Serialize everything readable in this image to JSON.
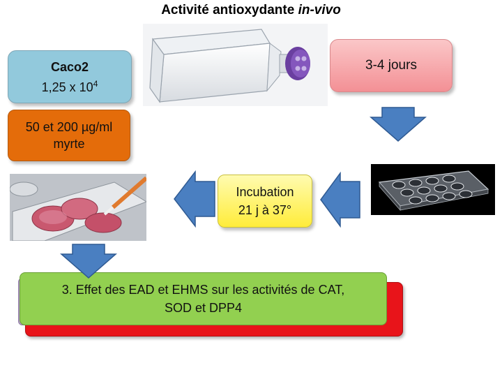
{
  "title": {
    "main": "Activité antioxydante ",
    "italic": "in-vivo"
  },
  "boxes": {
    "caco2": {
      "line1": "Caco2",
      "line2": "1,25 x 10",
      "exponent": "4"
    },
    "duration": {
      "label": "3-4 jours"
    },
    "myrte": {
      "line1": "50 et 200 µg/ml",
      "line2": "myrte"
    },
    "incubation": {
      "line1": "Incubation",
      "line2": "21 j à 37°"
    },
    "result": {
      "line1": "3. Effet des EAD et EHMS sur les activités de CAT,",
      "line2": "SOD et DPP4"
    }
  },
  "colors": {
    "caco2": "#92c9dc",
    "duration": "#f7a1a4",
    "myrte": "#e46c0a",
    "incubation": "#fff36b",
    "result": "#92d050",
    "arrow": "#4a7fc1"
  }
}
